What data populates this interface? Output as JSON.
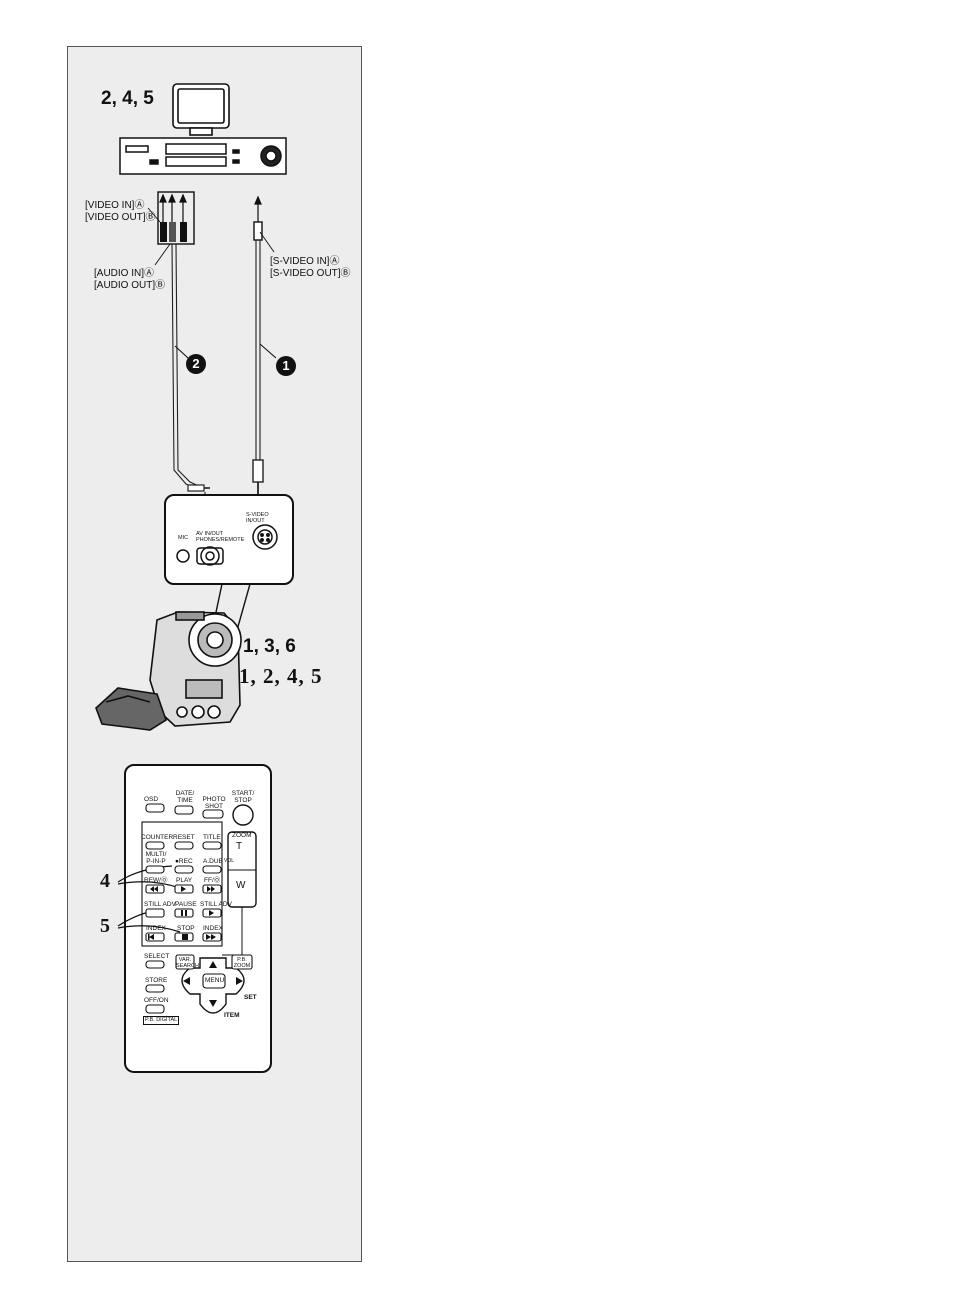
{
  "steps": {
    "vcr_steps": "2, 4, 5",
    "camera_steps_a": "1, 3, 6",
    "camera_steps_b": "1, 2, 4, 5"
  },
  "labels": {
    "video_in": "[VIDEO IN]Ⓐ",
    "video_out": "[VIDEO OUT]Ⓑ",
    "audio_in": "[AUDIO IN]Ⓐ",
    "audio_out": "[AUDIO OUT]Ⓑ",
    "s_video_in": "[S-VIDEO IN]Ⓐ",
    "s_video_out": "[S-VIDEO OUT]Ⓑ",
    "cable_1": "1",
    "cable_2": "2",
    "jack_mic": "MIC",
    "jack_av": "AV IN/OUT",
    "jack_phones": "PHONES/REMOTE",
    "jack_svideo": "S-VIDEO",
    "jack_svideo_io": "IN/OUT"
  },
  "remote": {
    "osd": "OSD",
    "date_time": "DATE/ TIME",
    "photo_shot": "PHOTO SHOT",
    "start_stop": "START/ STOP",
    "counter": "COUNTER",
    "reset": "RESET",
    "title": "TITLE",
    "zoom": "ZOOM",
    "multi": "MULTI/ P-IN-P",
    "rec": "●REC",
    "a_dub": "A.DUB",
    "rew": "REW/Ⓞ",
    "play": "PLAY",
    "ff": "FF/Ⓞ",
    "still_adv_l": "STILL ADV",
    "pause": "PAUSE",
    "still_adv_r": "STILL ADV",
    "index_l": "INDEX",
    "stop": "STOP",
    "index_r": "INDEX",
    "select": "SELECT",
    "store": "STORE",
    "off_on": "OFF/ON",
    "pb_digital": "P.B. DIGITAL",
    "var_search": "VAR. SEARCH",
    "pb_zoom": "P.B. ZOOM",
    "menu": "MENU",
    "set": "SET",
    "item": "ITEM",
    "zoom_t": "T",
    "zoom_w": "W",
    "vol": "VOL",
    "step_4": "4",
    "step_5": "5"
  }
}
